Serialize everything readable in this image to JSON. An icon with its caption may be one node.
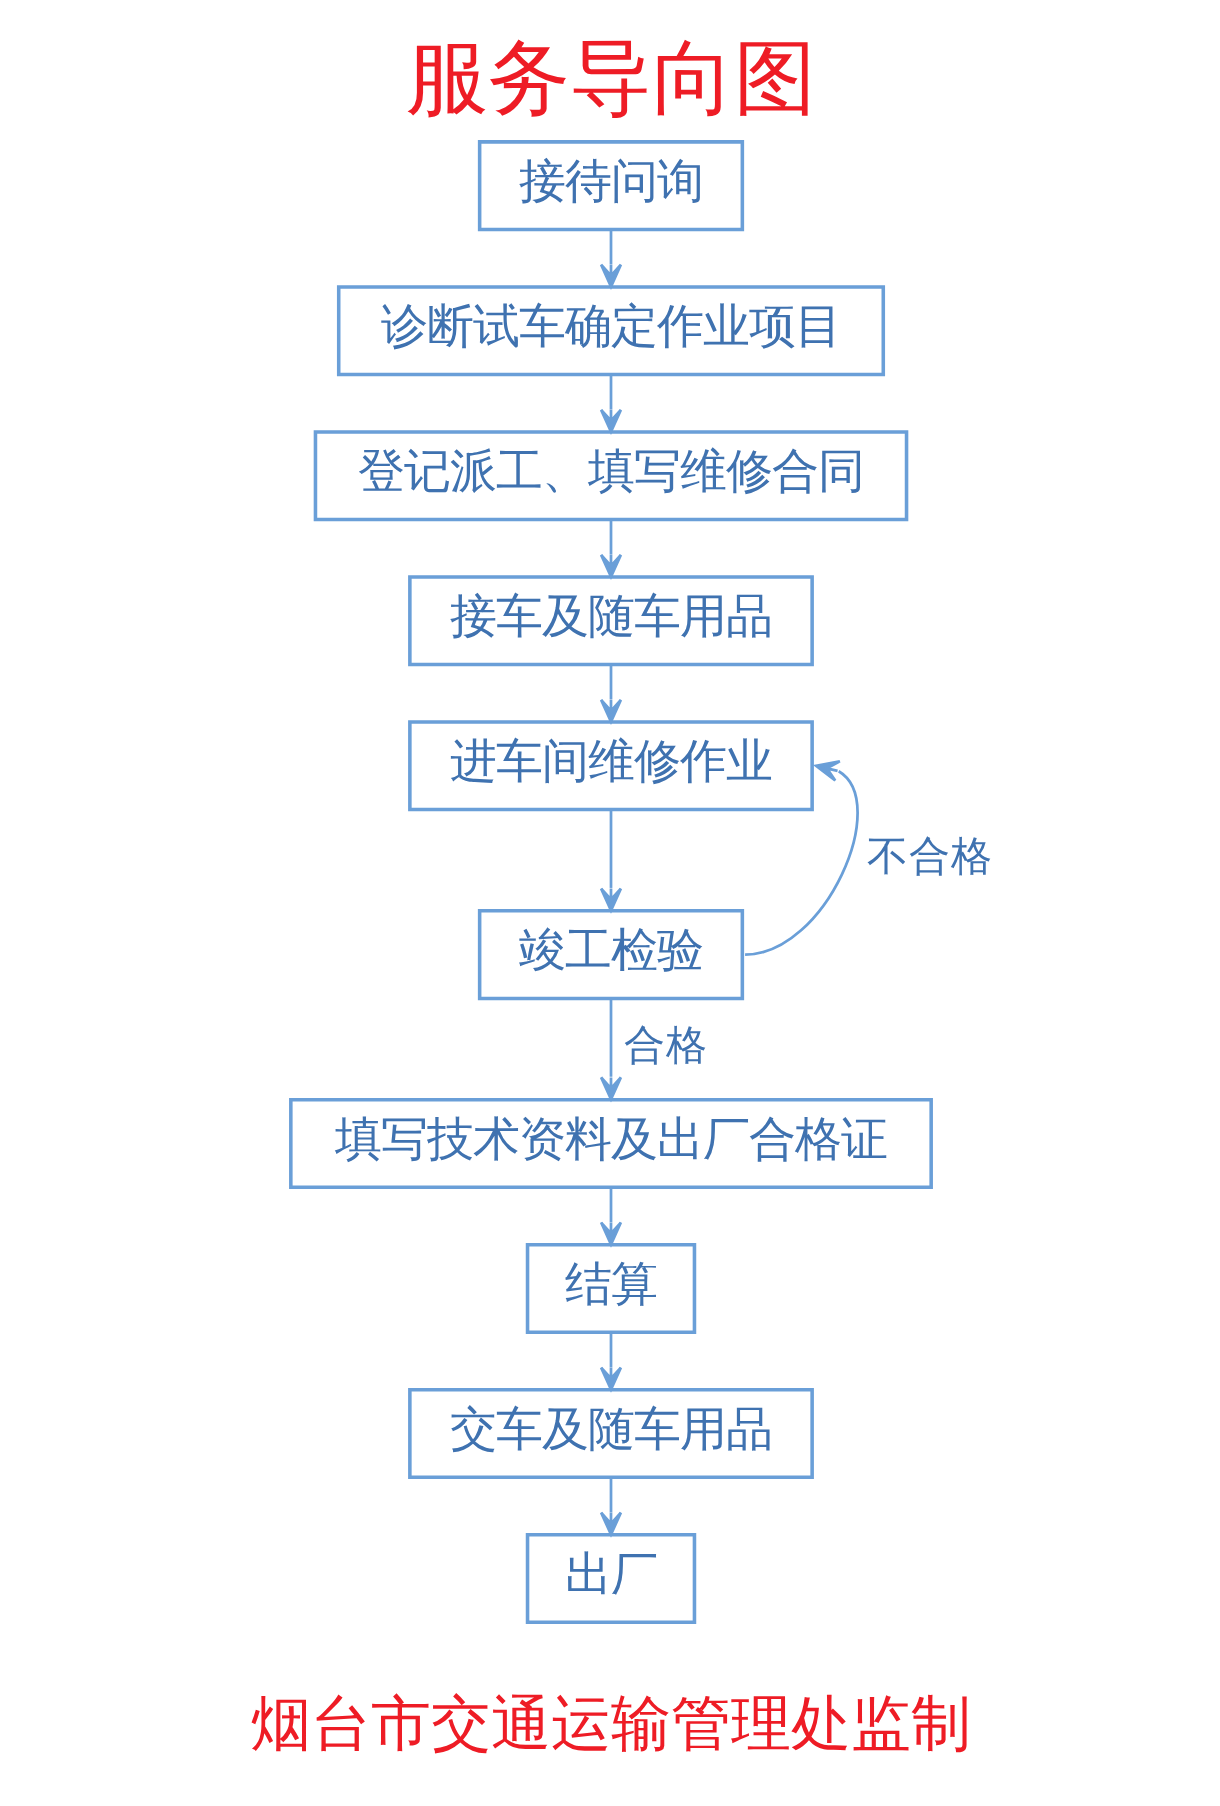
{
  "diagram": {
    "title": "服务导向图",
    "caption": "烟台市交通运输管理处监制",
    "nodes": [
      {
        "text": [
          "接待问询"
        ]
      },
      {
        "text": [
          "诊断试车确定作业项目"
        ]
      },
      {
        "text": [
          "登记派工、填写维修合同"
        ]
      },
      {
        "text": [
          "接车及随车用品"
        ]
      },
      {
        "text": [
          "进车间维修作业"
        ]
      },
      {
        "text": [
          "竣工检验"
        ]
      },
      {
        "text": [
          "填写技术资料及出厂合格证"
        ]
      },
      {
        "text": [
          "结算"
        ]
      },
      {
        "text": [
          "交车及随车用品"
        ]
      },
      {
        "text": [
          "出厂"
        ]
      }
    ],
    "edges": [
      {
        "from": 0,
        "to": 1,
        "arrow": "to"
      },
      {
        "from": 1,
        "to": 2,
        "arrow": "to"
      },
      {
        "from": 2,
        "to": 3,
        "arrow": "to"
      },
      {
        "from": 3,
        "to": 4,
        "arrow": "to"
      },
      {
        "from": 4,
        "to": 5,
        "arrow": "to"
      },
      {
        "from": 5,
        "to": 4,
        "arrow": "to",
        "label": "不合格"
      },
      {
        "from": 5,
        "to": 6,
        "arrow": "to",
        "label": "合格"
      },
      {
        "from": 6,
        "to": 7,
        "arrow": "to"
      },
      {
        "from": 7,
        "to": 8,
        "arrow": "to"
      },
      {
        "from": 8,
        "to": 9,
        "arrow": "to"
      }
    ]
  }
}
